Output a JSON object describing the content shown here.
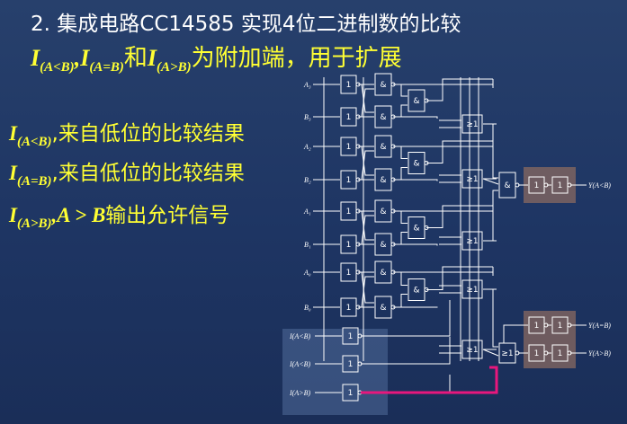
{
  "title": "2. 集成电路CC14585   实现4位二进制数的比较",
  "line1": {
    "i1": "I",
    "s1": "(A<B)",
    "c1": ",",
    "i2": "I",
    "s2": "(A=B)",
    "cn1": "和",
    "i3": "I",
    "s3": "(A>B)",
    "cn2": "为附加端，用于扩展"
  },
  "line2": {
    "i": "I",
    "s": "(A<B)",
    "cn": ",来自低位的比较结果"
  },
  "line3": {
    "i": "I",
    "s": "(A=B)",
    "cn": ",来自低位的比较结果"
  },
  "line4": {
    "i": "I",
    "s": "(A>B)",
    "comma": ",",
    "expr": "A > B",
    "cn": "输出允许信号"
  },
  "diagram": {
    "inputs": [
      "A₃",
      "B₃",
      "A₂",
      "B₂",
      "A₁",
      "B₁",
      "A₀",
      "B₀"
    ],
    "ext_inputs": [
      "I(A<B)",
      "I(A<B)",
      "I(A>B)"
    ],
    "outputs": [
      "Y(A<B)",
      "Y(A=B)",
      "Y(A>B)"
    ],
    "gate_not": "1",
    "gate_and": "&",
    "gate_buf": "≥1"
  },
  "colors": {
    "wire": "#ffffff",
    "highlight": "#e8177d",
    "text_yellow": "#ffff33",
    "output_box": "#8a6a60",
    "input_box": "#5e7aa8"
  }
}
